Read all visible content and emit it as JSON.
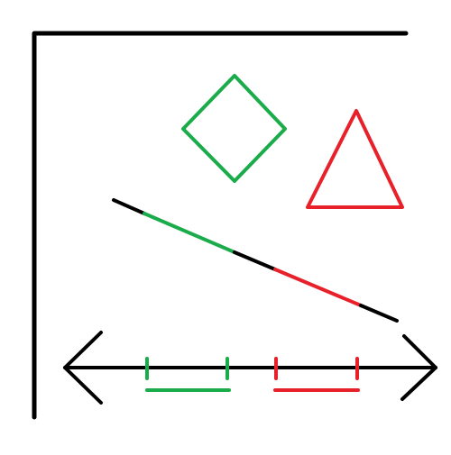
{
  "colors": {
    "background": "#ffffff",
    "black": "#000000",
    "green": "#1aab4a",
    "red": "#e8202a"
  },
  "shapes": {
    "diamond": {
      "color": "green"
    },
    "triangle": {
      "color": "red"
    }
  },
  "diagonal_line": {
    "segments": [
      "black",
      "green",
      "black",
      "red",
      "black"
    ]
  },
  "number_line": {
    "tick_colors": [
      "green",
      "green",
      "red",
      "red"
    ],
    "bracket_colors": [
      "green",
      "red"
    ]
  }
}
